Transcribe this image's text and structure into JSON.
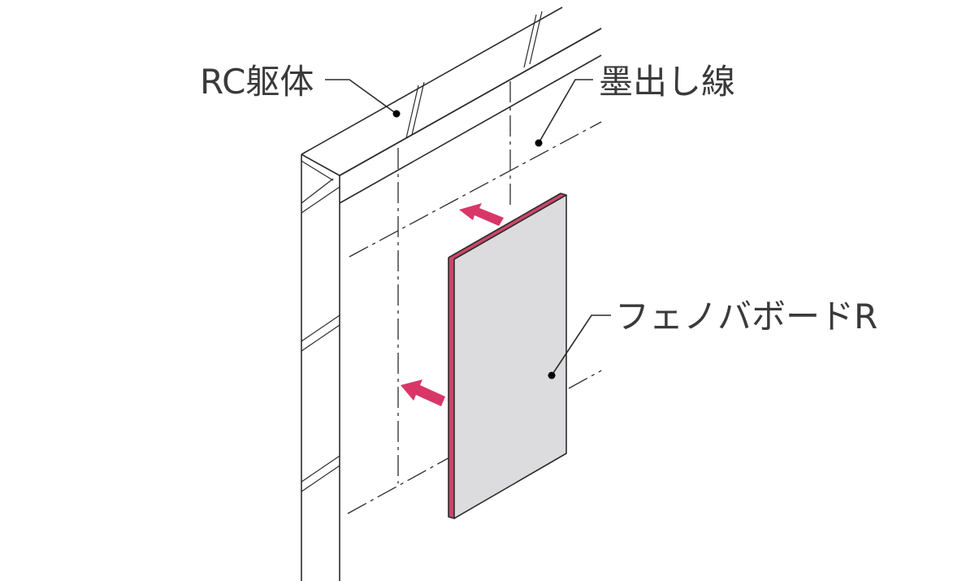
{
  "labels": {
    "rc_frame": "RC躯体",
    "marking_line": "墨出し線",
    "board": "フェノバボードR"
  },
  "colors": {
    "line": "#2b2b2b",
    "text": "#3a3a3a",
    "board_face": "#dcdcde",
    "board_edge": "#c9466a",
    "arrow": "#d93668"
  },
  "icons": {
    "arrow_upper": "arrow-left-icon",
    "arrow_lower": "arrow-left-icon"
  }
}
